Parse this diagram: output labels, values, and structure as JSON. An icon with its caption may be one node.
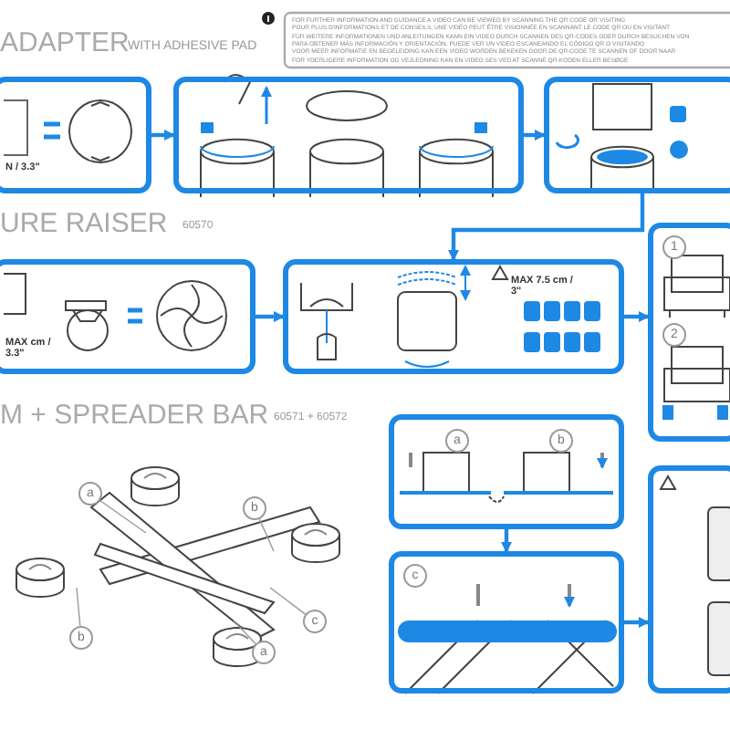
{
  "diagram": {
    "nodes": [
      {
        "text": [
          "N / 3.3\""
        ]
      },
      {
        "text": [],
        "shape": "box"
      },
      {
        "text": [],
        "shape": "box"
      },
      {
        "text": [
          "MAX cm / 3.3\""
        ]
      },
      {
        "text": [
          "MAX 7.5 cm / 3\""
        ]
      },
      {
        "text": [
          "1",
          "2"
        ]
      },
      {
        "text": [
          "a",
          "b"
        ]
      },
      {
        "text": [
          "c"
        ]
      },
      {
        "text": [],
        "shape": "box"
      },
      {
        "text": [
          "a"
        ]
      },
      {
        "text": [
          "b"
        ]
      },
      {
        "text": [
          "b"
        ]
      },
      {
        "text": [
          "c"
        ]
      },
      {
        "text": [
          "a"
        ]
      }
    ],
    "edges": [
      {
        "from": 0,
        "to": 1,
        "arrow": "to"
      },
      {
        "from": 1,
        "to": 2,
        "arrow": "to"
      },
      {
        "from": 2,
        "to": 4,
        "arrow": "to"
      },
      {
        "from": 3,
        "to": 4,
        "arrow": "to"
      },
      {
        "from": 4,
        "to": 5,
        "arrow": "to"
      },
      {
        "from": 6,
        "to": 7,
        "arrow": "to"
      },
      {
        "from": 7,
        "to": 8,
        "arrow": "to"
      },
      {
        "from": 9,
        "to": null,
        "arrow": "none",
        "color": "#999999"
      },
      {
        "from": 10,
        "to": null,
        "arrow": "none",
        "color": "#999999"
      },
      {
        "from": 11,
        "to": null,
        "arrow": "none",
        "color": "#999999"
      },
      {
        "from": 12,
        "to": null,
        "arrow": "none",
        "color": "#999999"
      },
      {
        "from": 13,
        "to": null,
        "arrow": "none",
        "color": "#999999"
      }
    ],
    "labels": [
      "ADAPTER",
      "WITH ADHESIVE PAD",
      "FOR FURTHER INFORMATION AND GUIDANCE A VIDEO CAN BE VIEWED BY SCANNING THE QR CODE OR VISITING",
      "POUR PLUS D'INFORMATIONS ET DE CONSEILS, UNE VIDÉO PEUT ÊTRE VISIONNÉE EN SCANNANT LE CODE QR OU EN VISITANT",
      "FÜR WEITERE INFORMATIONEN UND ANLEITUNGEN KANN EIN VIDEO DURCH SCANNEN DES QR-CODES ODER DURCH BESUCHEN VON",
      "PARA OBTENER MÁS INFORMACIÓN Y ORIENTACIÓN, PUEDE VER UN VIDEO ESCANEANDO EL CÓDIGO QR O VISITANDO",
      "VOOR MEER INFORMATIE EN BEGELEIDING KAN EEN VIDEO WORDEN BEKEKEN DOOR DE QR-CODE TE SCANNEN OF DOOR NAAR",
      "FOR YDERLIGERE INFORMATION OG VEJLEDNING KAN EN VIDEO SES VED AT SCANNE QR-KODEN ELLER BESØGE",
      "URE RAISER",
      "60570",
      "M + SPREADER BAR",
      "60571 + 60572"
    ]
  }
}
